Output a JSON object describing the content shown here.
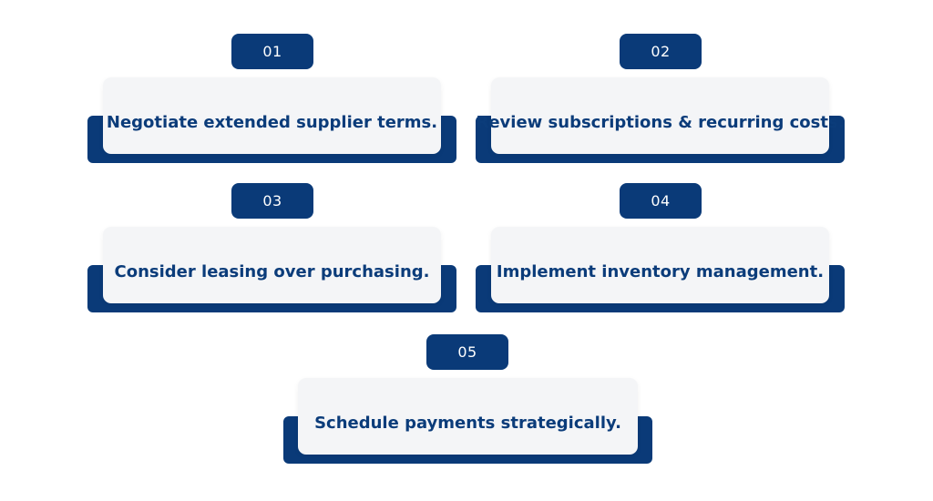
{
  "steps": [
    {
      "number": "01",
      "text": "Negotiate extended supplier terms."
    },
    {
      "number": "02",
      "text": "Review subscriptions & recurring costs."
    },
    {
      "number": "03",
      "text": "Consider leasing over purchasing."
    },
    {
      "number": "04",
      "text": "Implement inventory management."
    },
    {
      "number": "05",
      "text": "Schedule payments strategically."
    }
  ],
  "colors": {
    "accent": "#0a3a78",
    "card": "#f4f5f7",
    "text": "#0b3c7a",
    "badge_text": "#ffffff"
  }
}
